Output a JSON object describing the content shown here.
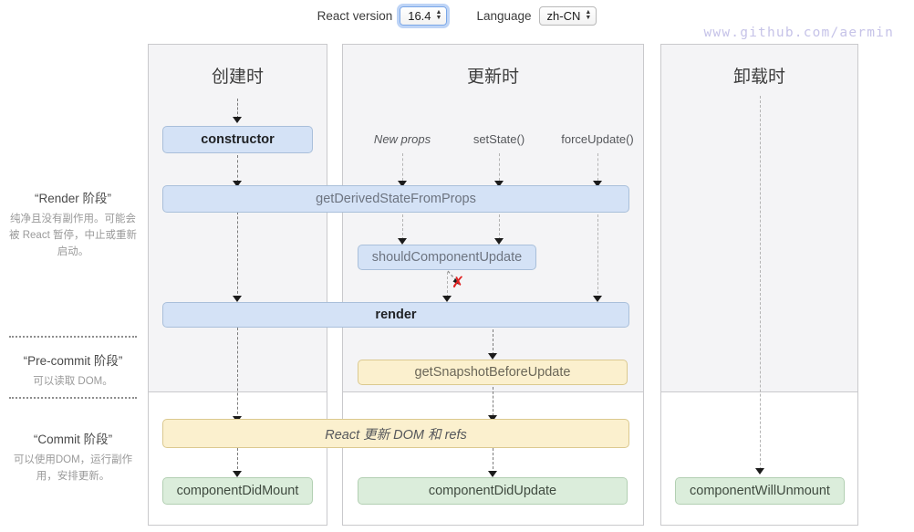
{
  "toolbar": {
    "react_version_label": "React version",
    "react_version_value": "16.4",
    "language_label": "Language",
    "language_value": "zh-CN"
  },
  "watermark": "www.github.com/aermin",
  "sidebar": {
    "phases": [
      {
        "title": "“Render 阶段”",
        "desc": "纯净且没有副作用。可能会被 React 暂停，中止或重新启动。"
      },
      {
        "title": "“Pre-commit 阶段”",
        "desc": "可以读取 DOM。"
      },
      {
        "title": "“Commit 阶段”",
        "desc": "可以使用DOM，运行副作用，安排更新。"
      }
    ]
  },
  "columns": {
    "mounting_title": "创建时",
    "updating_title": "更新时",
    "unmounting_title": "卸载时"
  },
  "triggers": {
    "new_props": "New props",
    "set_state": "setState()",
    "force_update": "forceUpdate()"
  },
  "nodes": {
    "constructor": "constructor",
    "get_derived_state_from_props": "getDerivedStateFromProps",
    "should_component_update": "shouldComponentUpdate",
    "render": "render",
    "get_snapshot_before_update": "getSnapshotBeforeUpdate",
    "react_updates_dom": "React 更新 DOM 和 refs",
    "component_did_mount": "componentDidMount",
    "component_did_update": "componentDidUpdate",
    "component_will_unmount": "componentWillUnmount"
  },
  "marks": {
    "skip_render_x": "✗"
  },
  "colors": {
    "blue_fill": "#d4e2f6",
    "blue_border": "#a9bfda",
    "yellow_fill": "#fbf0ce",
    "yellow_border": "#dbc98f",
    "green_fill": "#dbeddb",
    "green_border": "#b2cfb2",
    "panel_bg": "#f4f4f6",
    "panel_border": "#c9c9cc",
    "accent_red": "#e02020",
    "watermark": "#c6c3e8"
  }
}
